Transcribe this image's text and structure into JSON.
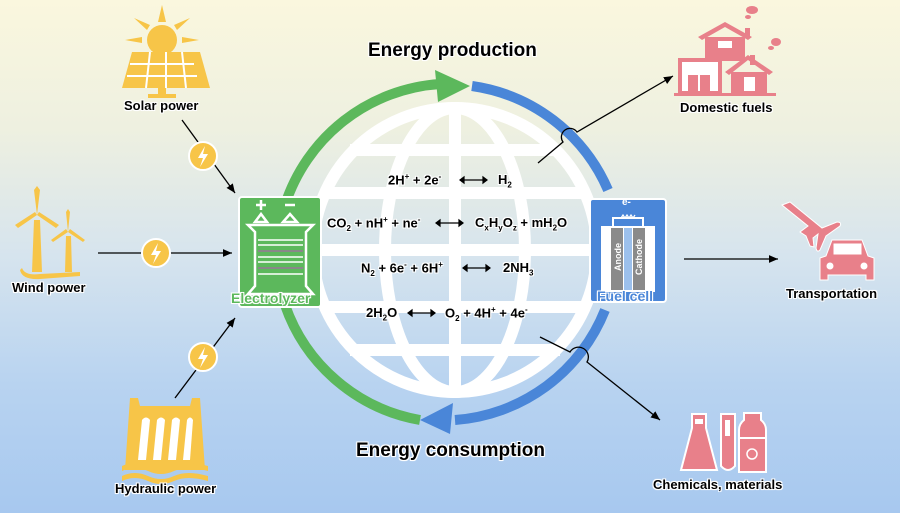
{
  "title_top": "Energy production",
  "title_bottom": "Energy consumption",
  "sources": [
    {
      "name": "Solar power",
      "icon": "solar-panel-icon"
    },
    {
      "name": "Wind power",
      "icon": "wind-turbine-icon"
    },
    {
      "name": "Hydraulic power",
      "icon": "hydro-dam-icon"
    }
  ],
  "devices": {
    "electrolyzer": {
      "label": "Electrolyzer",
      "color": "#5cb85c"
    },
    "fuel_cell": {
      "label": "Fuel cell",
      "color": "#4a86d8",
      "anode": "Anode",
      "cathode": "Cathode",
      "electron": "e-"
    }
  },
  "reactions": [
    {
      "left": [
        "2H",
        "+",
        " + 2e",
        "-"
      ],
      "right": [
        "H",
        "2"
      ]
    },
    {
      "left": "CO2 + nH+ + ne-",
      "right": "CxHyOz + mH2O"
    },
    {
      "left": "N2 + 6e- + 6H+",
      "right": "2NH3"
    },
    {
      "left": "2H2O",
      "right": "O2 + 4H+ + 4e-"
    }
  ],
  "reaction_text": {
    "r1_l_a": "2H",
    "r1_l_b": " + 2e",
    "r1_r": "H",
    "r2_l_a": "CO",
    "r2_l_b": " + nH",
    "r2_l_c": " + ne",
    "r2_r_a": "C",
    "r2_r_b": "H",
    "r2_r_c": "O",
    "r2_r_d": " + mH",
    "r2_r_e": "O",
    "r3_l_a": "N",
    "r3_l_b": " + 6e",
    "r3_l_c": " + 6H",
    "r3_r": "2NH",
    "r4_l_a": "2H",
    "r4_l_b": "O",
    "r4_r_a": "O",
    "r4_r_b": " + 4H",
    "r4_r_c": " + 4e",
    "plus": "+",
    "minus": "-",
    "two": "2",
    "three": "3",
    "x": "x",
    "y": "y",
    "z": "z"
  },
  "outputs": [
    {
      "name": "Domestic fuels",
      "icon": "house-icon"
    },
    {
      "name": "Transportation",
      "icon": "airplane-car-icon"
    },
    {
      "name": "Chemicals, materials",
      "icon": "chemicals-icon"
    }
  ],
  "colors": {
    "green": "#5cb85c",
    "blue": "#4a86d8",
    "yellow": "#f7c548",
    "pink": "#e8808a"
  }
}
